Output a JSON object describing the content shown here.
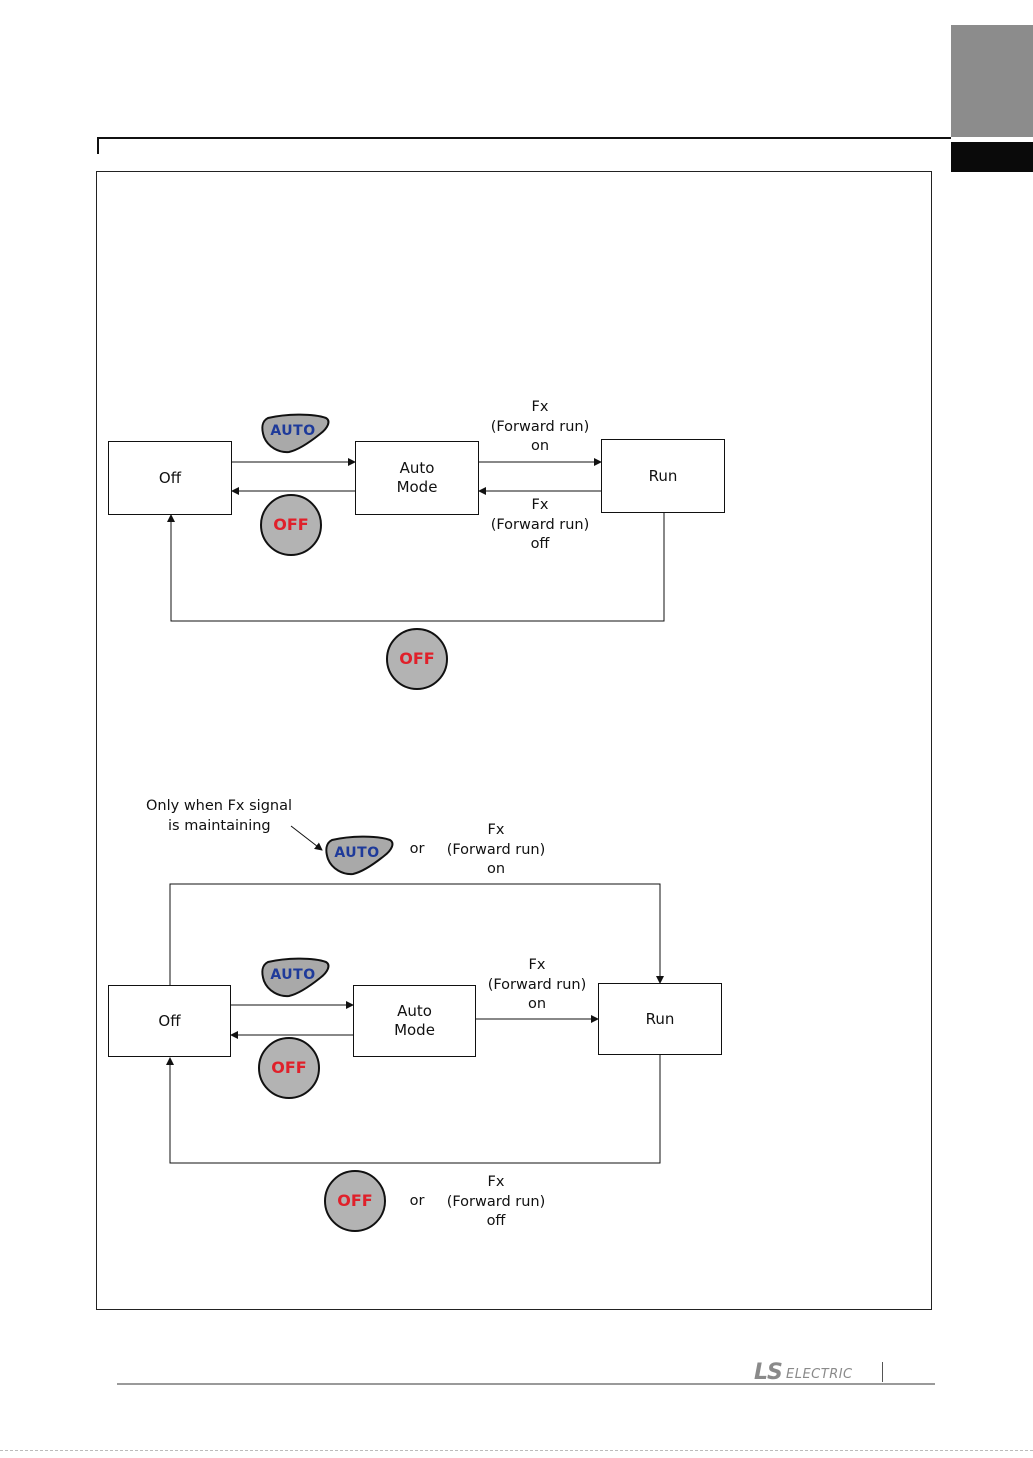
{
  "diagram1": {
    "off_box": "Off",
    "auto_box_line1": "Auto",
    "auto_box_line2": "Mode",
    "run_box": "Run",
    "fx_on": [
      "Fx",
      "(Forward run)",
      "on"
    ],
    "fx_off": [
      "Fx",
      "(Forward run)",
      "off"
    ],
    "auto_key": "AUTO",
    "off_key": "OFF",
    "off_key_bottom": "OFF"
  },
  "diagram2": {
    "note_line1": "Only when Fx signal",
    "note_line2": "is maintaining",
    "or_top": "or",
    "fx_on_top": [
      "Fx",
      "(Forward run)",
      "on"
    ],
    "off_box": "Off",
    "auto_box_line1": "Auto",
    "auto_box_line2": "Mode",
    "run_box": "Run",
    "fx_on": [
      "Fx",
      "(Forward run)",
      "on"
    ],
    "or_bottom": "or",
    "fx_off_bottom": [
      "Fx",
      "(Forward run)",
      "off"
    ],
    "auto_key_top": "AUTO",
    "auto_key": "AUTO",
    "off_key": "OFF",
    "off_key_bottom": "OFF"
  },
  "footer": {
    "logo_ls": "LS",
    "logo_electric": "ELECTRIC"
  },
  "colors": {
    "auto_key_fill": "#a9a9a9",
    "auto_key_text": "#1e3a9a",
    "off_key_text": "#e0202a",
    "side_tab_grey": "#8c8c8c",
    "side_tab_black": "#0a0a0a"
  }
}
